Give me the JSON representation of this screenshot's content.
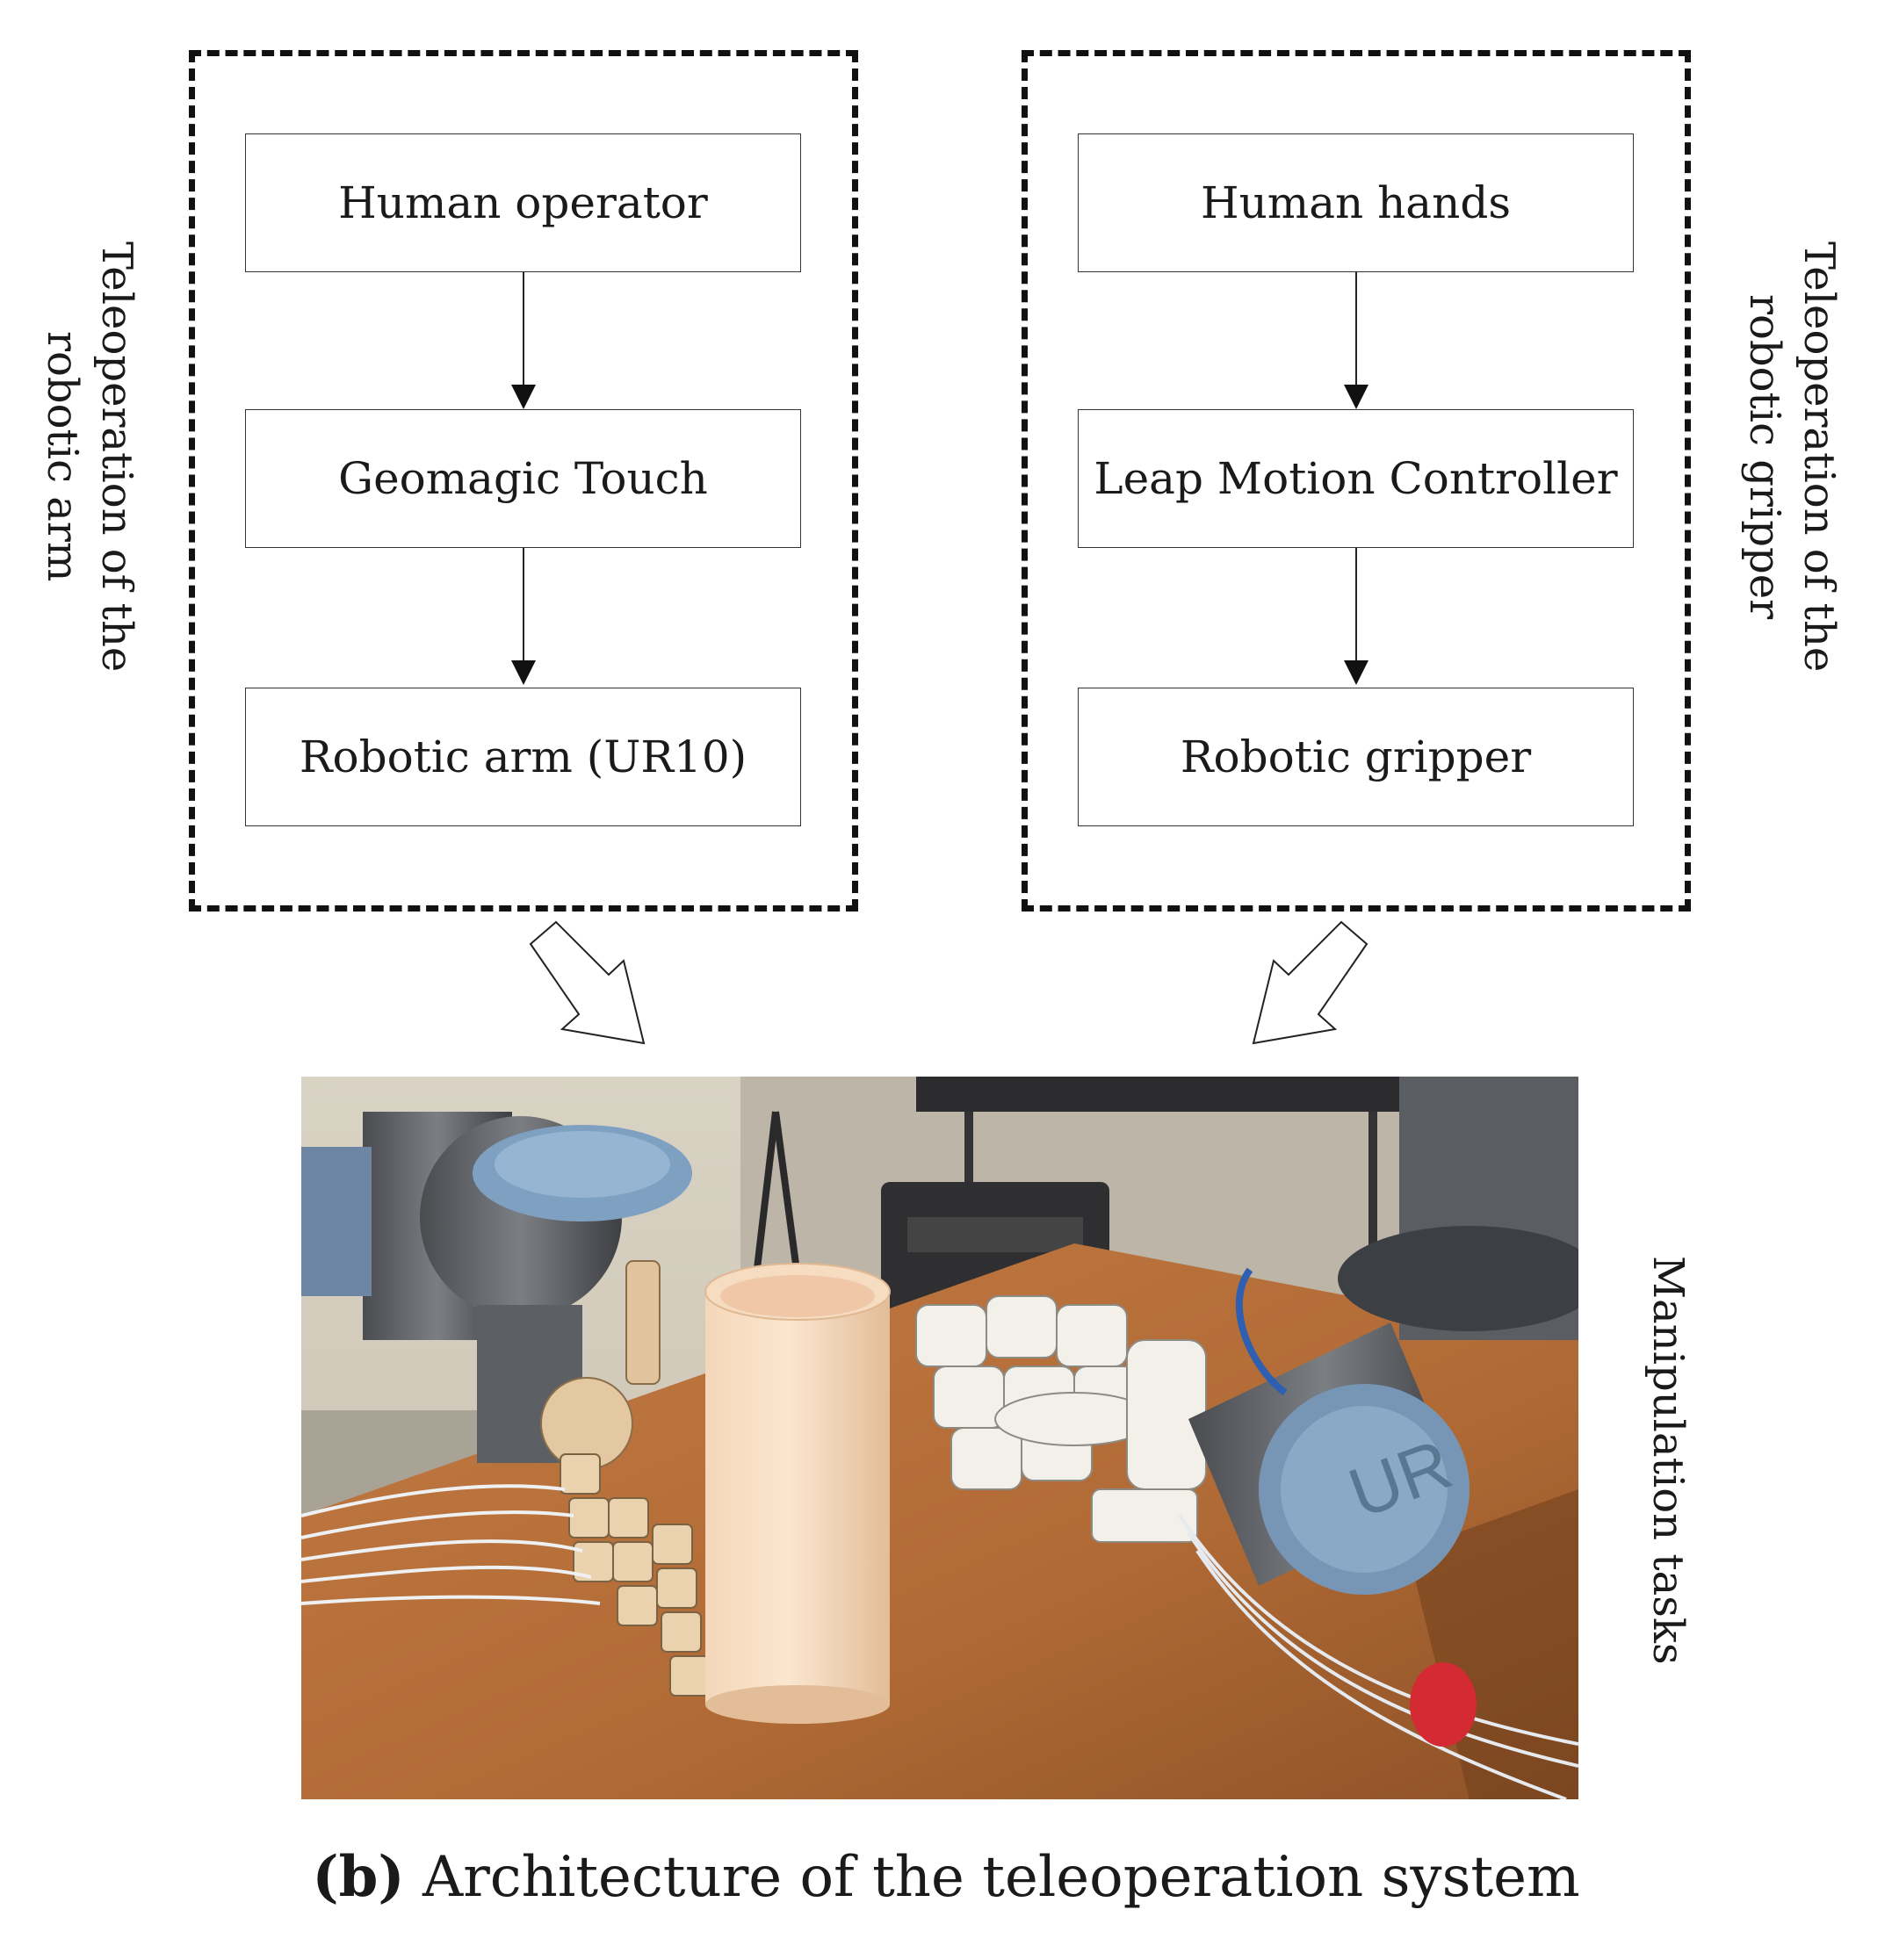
{
  "left_group": {
    "label_line1": "Teleoperation of the",
    "label_line2": "robotic arm",
    "boxes": [
      "Human operator",
      "Geomagic Touch",
      "Robotic arm (UR10)"
    ]
  },
  "right_group": {
    "label_line1": "Teleoperation of the",
    "label_line2": "robotic gripper",
    "boxes": [
      "Human hands",
      "Leap Motion Controller",
      "Robotic gripper"
    ]
  },
  "side_label": "Manipulation tasks",
  "caption": {
    "letter": "(b)",
    "text": "Architecture of the teleoperation system"
  },
  "photo": {
    "description_icon": "robot-hands-grasping-cylinder-photo"
  }
}
